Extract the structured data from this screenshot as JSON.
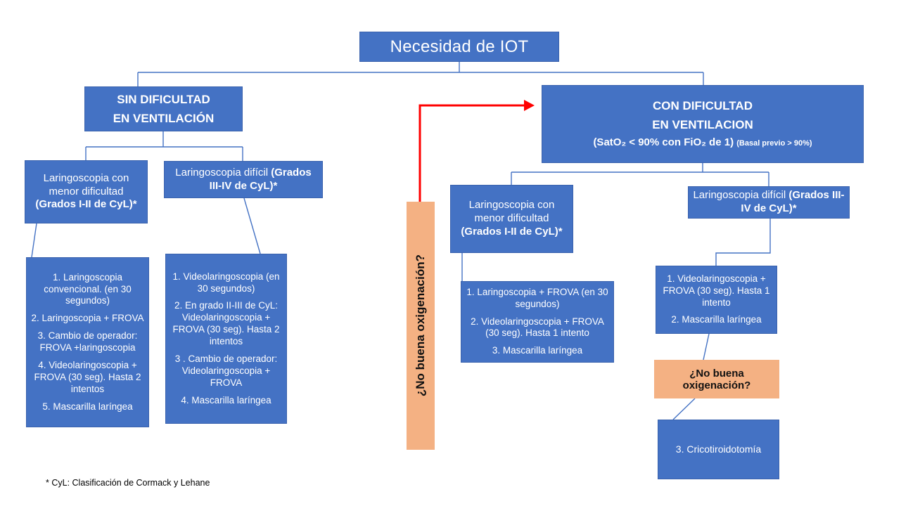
{
  "palette": {
    "box_blue": "#4472C4",
    "box_border": "#3A62AD",
    "connector_blue": "#4472C4",
    "arrow_red": "#FF0000",
    "orange": "#F4B183",
    "text_white": "#FFFFFF",
    "text_black": "#111111"
  },
  "title": "Necesidad de IOT",
  "left_branch": {
    "header_line1": "SIN DIFICULTAD",
    "header_line2": "EN VENTILACIÓN",
    "easy_box": {
      "normal": "Laringoscopia con menor dificultad ",
      "bold": "(Grados I-II de CyL)*"
    },
    "difficult_box": {
      "normal": "Laringoscopia difícil ",
      "bold": "(Grados III-IV de CyL)*"
    },
    "easy_steps": [
      "1. Laringoscopia convencional. (en 30 segundos)",
      "2. Laringoscopia + FROVA",
      "3. Cambio de operador: FROVA +laringoscopia",
      "4. Videolaringoscopia + FROVA (30 seg). Hasta 2 intentos",
      "5. Mascarilla laríngea"
    ],
    "difficult_steps": [
      "1. Videolaringoscopia (en 30 segundos)",
      "2. En grado II-III de CyL: Videolaringoscopia + FROVA (30 seg). Hasta 2 intentos",
      "3 . Cambio de operador: Videolaringoscopia + FROVA",
      "4. Mascarilla laríngea"
    ]
  },
  "right_branch": {
    "header_line1": "CON DIFICULTAD",
    "header_line2": "EN VENTILACION",
    "header_line3_main": "(SatO₂ < 90% con FiO₂ de 1) ",
    "header_line3_small": "(Basal previo > 90%)",
    "easy_box": {
      "normal": "Laringoscopia con menor dificultad ",
      "bold": "(Grados I-II de CyL)*"
    },
    "difficult_box": {
      "normal": "Laringoscopia difícil ",
      "bold": "(Grados III-IV de CyL)*"
    },
    "easy_steps": [
      "1. Laringoscopia + FROVA (en 30 segundos)",
      "2. Videolaringoscopia + FROVA (30 seg). Hasta 1 intento",
      "3. Mascarilla laríngea"
    ],
    "difficult_steps": [
      "1. Videolaringoscopia + FROVA (30 seg). Hasta 1 intento",
      "2. Mascarilla laríngea"
    ],
    "crico_step": "3. Cricotiroidotomía"
  },
  "oxygen_question": "¿No buena oxigenación?",
  "footnote": "* CyL: Clasificación de Cormack y Lehane"
}
